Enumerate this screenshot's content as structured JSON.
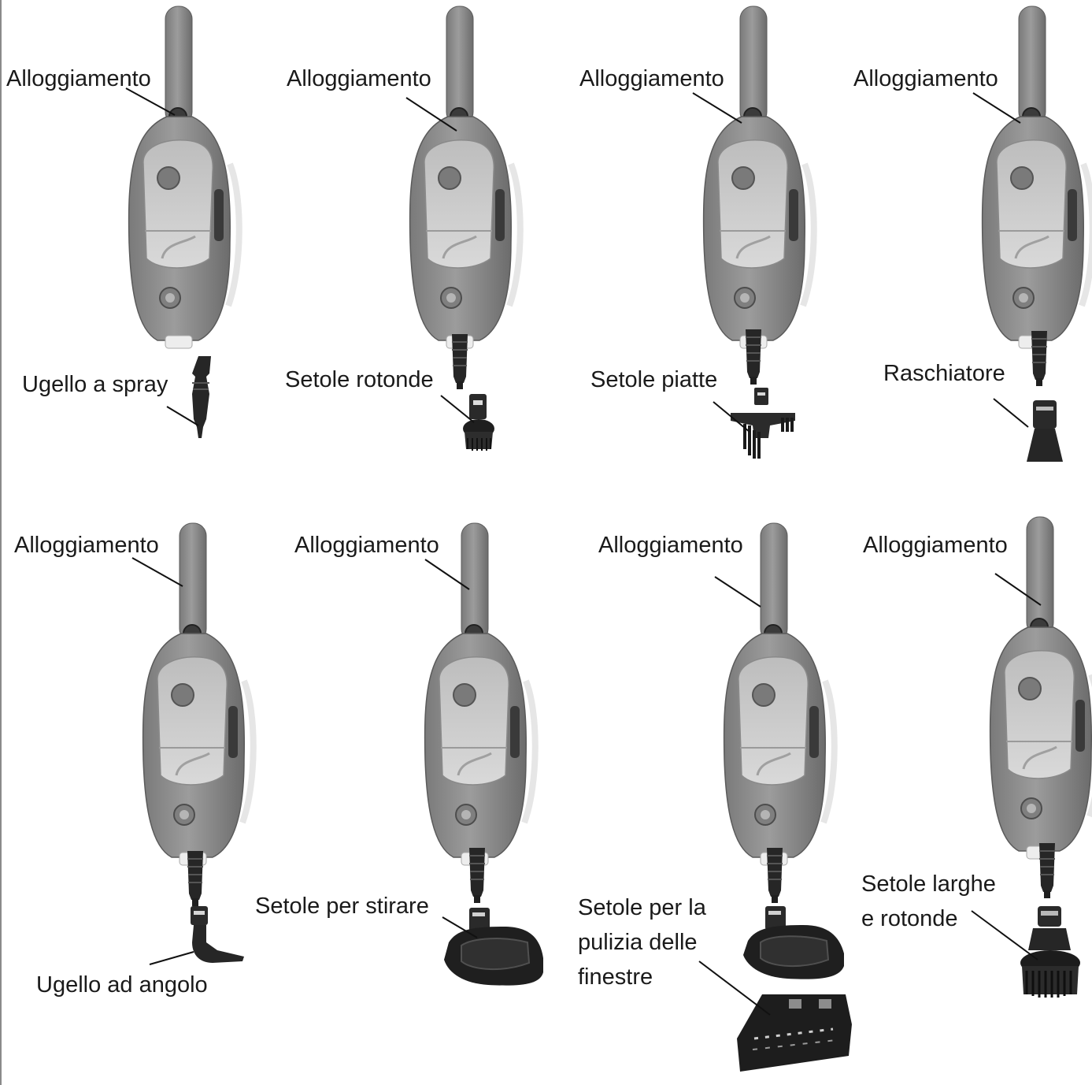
{
  "labels": {
    "housing": "Alloggiamento",
    "spray_nozzle": "Ugello a spray",
    "round_bristles": "Setole rotonde",
    "flat_bristles": "Setole piatte",
    "scraper": "Raschiatore",
    "angle_nozzle": "Ugello ad angolo",
    "ironing_bristles": "Setole per stirare",
    "window_line1": "Setole per la",
    "window_line2": "pulizia delle",
    "window_line3": "finestre",
    "wide_round_line1": "Setole larghe",
    "wide_round_line2": "e rotonde"
  },
  "panels": [
    {
      "housing_label": "Alloggiamento",
      "attachment": "spray-nozzle"
    },
    {
      "housing_label": "Alloggiamento",
      "attachment": "round-brush"
    },
    {
      "housing_label": "Alloggiamento",
      "attachment": "flat-brush"
    },
    {
      "housing_label": "Alloggiamento",
      "attachment": "scraper"
    },
    {
      "housing_label": "Alloggiamento",
      "attachment": "angle-nozzle"
    },
    {
      "housing_label": "Alloggiamento",
      "attachment": "ironing-plate"
    },
    {
      "housing_label": "Alloggiamento",
      "attachment": "window-squeegee"
    },
    {
      "housing_label": "Alloggiamento",
      "attachment": "wide-round-brush"
    }
  ],
  "colors": {
    "body": "#8c8c8c",
    "body_dark": "#6e6e6e",
    "tank": "#c8c8c8",
    "attachment": "#2b2b2b",
    "leader": "#111111"
  }
}
